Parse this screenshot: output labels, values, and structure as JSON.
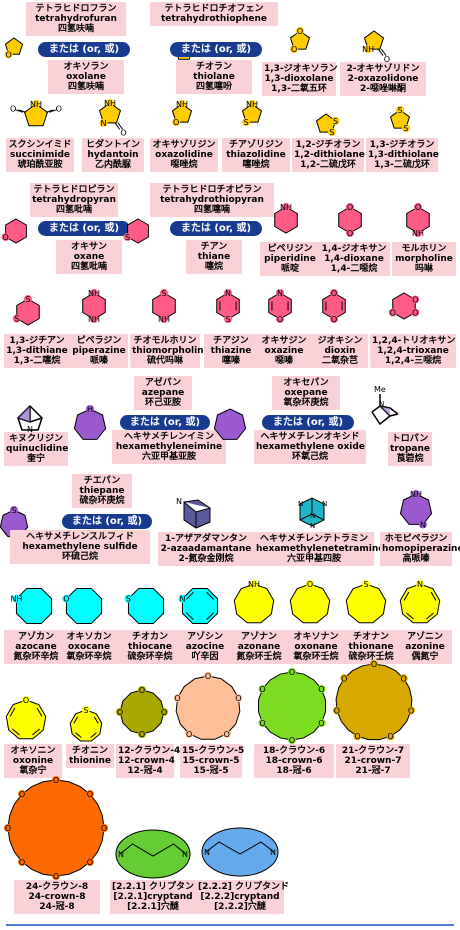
{
  "connector_label": "または (or, 或)",
  "compounds": {
    "thf": {
      "jp": "テトラヒドロフラン",
      "en": "tetrahydrofuran",
      "cn": "四氢呋喃"
    },
    "oxolane": {
      "jp": "オキソラン",
      "en": "oxolane",
      "cn": "四氢呋喃"
    },
    "tht": {
      "jp": "テトラヒドロチオフェン",
      "en": "tetrahydrothiophene",
      "cn": "四氢噻吩"
    },
    "thiolane": {
      "jp": "チオラン",
      "en": "thiolane",
      "cn": "四氢噻吩"
    },
    "dioxolane": {
      "jp": "1,3-ジオキソラン",
      "en": "1,3-dioxolane",
      "cn": "1,3-二氧五环"
    },
    "oxazolidone": {
      "jp": "2-オキサゾリドン",
      "en": "2-oxazolidone",
      "cn": "2-噁唑啉酮"
    },
    "succinimide": {
      "jp": "スクシンイミド",
      "en": "succinimide",
      "cn": "琥珀酰亚胺"
    },
    "hydantoin": {
      "jp": "ヒダントイン",
      "en": "hydantoin",
      "cn": "乙内酰脲"
    },
    "oxazolidine": {
      "jp": "オキサゾリジン",
      "en": "oxazolidine",
      "cn": "噁唑烷"
    },
    "thiazolidine": {
      "jp": "チアゾリジン",
      "en": "thiazolidine",
      "cn": "噻唑烷"
    },
    "dithiolane12": {
      "jp": "1,2-ジチオラン",
      "en": "1,2-dithiolane",
      "cn": "1,2-二硫戊环"
    },
    "dithiolane13": {
      "jp": "1,3-ジチオラン",
      "en": "1,3-dithiolane",
      "cn": "1,3-二硫戊环"
    },
    "thp": {
      "jp": "テトラヒドロピラン",
      "en": "tetrahydropyran",
      "cn": "四氢吡喃"
    },
    "oxane": {
      "jp": "オキサン",
      "en": "oxane",
      "cn": "四氢吡喃"
    },
    "thtp": {
      "jp": "テトラヒドロチオピラン",
      "en": "tetrahydrothiopyran",
      "cn": "四氢噻喃"
    },
    "thiane": {
      "jp": "チアン",
      "en": "thiane",
      "cn": "噻烷"
    },
    "piperidine": {
      "jp": "ピペリジン",
      "en": "piperidine",
      "cn": "哌啶"
    },
    "dioxane14": {
      "jp": "1,4-ジオキサン",
      "en": "1,4-dioxane",
      "cn": "1,4-二噁烷"
    },
    "morpholine": {
      "jp": "モルホリン",
      "en": "morpholine",
      "cn": "吗啉"
    },
    "dithiane": {
      "jp": "1,3-ジチアン",
      "en": "1,3-dithiane",
      "cn": "1,3-二噻烷"
    },
    "piperazine": {
      "jp": "ピペラジン",
      "en": "piperazine",
      "cn": "哌嗪"
    },
    "thiomorpholine": {
      "jp": "チオモルホリン",
      "en": "thiomorpholine",
      "cn": "硫代吗啉"
    },
    "thiazine": {
      "jp": "チアジン",
      "en": "thiazine",
      "cn": "噻嗪"
    },
    "oxazine": {
      "jp": "オキサジン",
      "en": "oxazine",
      "cn": "噁嗪"
    },
    "dioxin": {
      "jp": "ジオキシン",
      "en": "dioxin",
      "cn": "二氧杂芑"
    },
    "trioxane": {
      "jp": "1,2,4-トリオキサン",
      "en": "1,2,4-trioxane",
      "cn": "1,2,4-三噁烷"
    },
    "azepane": {
      "jp": "アゼパン",
      "en": "azepane",
      "cn": "环己亚胺"
    },
    "quinuclidine": {
      "jp": "キヌクリジン",
      "en": "quinuclidine",
      "cn": "奎宁"
    },
    "hmi": {
      "jp": "ヘキサメチレンイミン",
      "en": "hexamethyleneimine",
      "cn": "六亚甲基亚胺"
    },
    "oxepane": {
      "jp": "オキセパン",
      "en": "oxepane",
      "cn": "氧杂环庚烷"
    },
    "hmo": {
      "jp": "ヘキサメチレンオキシド",
      "en": "hexamethylene oxide",
      "cn": "环氧己烷"
    },
    "tropane": {
      "jp": "トロパン",
      "en": "tropane",
      "cn": "莨菪烷"
    },
    "thiepane": {
      "jp": "チエパン",
      "en": "thiepane",
      "cn": "硫杂环庚烷"
    },
    "hms": {
      "jp": "ヘキサメチレンスルフィド",
      "en": "hexamethylene sulfide",
      "cn": "环硫己烷"
    },
    "azaadamantane": {
      "jp": "1-アザアダマンタン",
      "en": "2-azaadamantane",
      "cn": "2-氮杂金刚烷"
    },
    "hmta": {
      "jp": "ヘキサメチレンテトラミン",
      "en": "hexamethylenetetramine",
      "cn": "六亚甲基四胺"
    },
    "homopiperazine": {
      "jp": "ホモピペラジン",
      "en": "homopiperazine",
      "cn": "高哌嗪"
    },
    "azocane": {
      "jp": "アゾカン",
      "en": "azocane",
      "cn": "氮杂环辛烷"
    },
    "oxocane": {
      "jp": "オキソカン",
      "en": "oxocane",
      "cn": "氧杂环辛烷"
    },
    "thiocane": {
      "jp": "チオカン",
      "en": "thiocane",
      "cn": "硫杂环辛烷"
    },
    "azocine": {
      "jp": "アゾシン",
      "en": "azocine",
      "cn": "吖辛因"
    },
    "azonane": {
      "jp": "アゾナン",
      "en": "azonane",
      "cn": "氮杂环壬烷"
    },
    "oxonane": {
      "jp": "オキソナン",
      "en": "oxonane",
      "cn": "氧杂环壬烷"
    },
    "thionane": {
      "jp": "チオナン",
      "en": "thionane",
      "cn": "硫杂环壬烷"
    },
    "azonine": {
      "jp": "アゾニン",
      "en": "azonine",
      "cn": "偶氮宁"
    },
    "oxonine": {
      "jp": "オキソニン",
      "en": "oxonine",
      "cn": "氧杂宁"
    },
    "thionine": {
      "jp": "チオニン",
      "en": "thionine",
      "cn": ""
    },
    "crown12": {
      "jp": "12-クラウン-4",
      "en": "12-crown-4",
      "cn": "12-冠-4"
    },
    "crown15": {
      "jp": "15-クラウン-5",
      "en": "15-crown-5",
      "cn": "15-冠-5"
    },
    "crown18": {
      "jp": "18-クラウン-6",
      "en": "18-crown-6",
      "cn": "18-冠-6"
    },
    "crown21": {
      "jp": "21-クラウン-7",
      "en": "21-crown-7",
      "cn": "21-冠-7"
    },
    "crown24": {
      "jp": "24-クラウン-8",
      "en": "24-crown-8",
      "cn": "24-冠-8"
    },
    "cryptand221": {
      "jp": "[2.2.1] クリプタンド",
      "en": "[2.2.1]cryptand",
      "cn": "[2.2.1]穴醚"
    },
    "cryptand222": {
      "jp": "[2.2.2] クリプタンド",
      "en": "[2.2.2]cryptand",
      "cn": "[2.2.2]穴醚"
    }
  },
  "colors": {
    "label_bg": "#fad1d6",
    "connector_bg": "#173b8f",
    "c5_ring": "#ffcc00",
    "c6_ring": "#ff5b87",
    "c7_ring": "#9b59d0",
    "c8_ring": "#00ffff",
    "c9_ring": "#ffff00",
    "crown12": "#a8a800",
    "crown15": "#ffbf99",
    "crown18": "#7cdc22",
    "crown21": "#d7a800",
    "crown24": "#ff6a00",
    "cryptand221": "#66cc33",
    "cryptand222": "#66aaee"
  }
}
